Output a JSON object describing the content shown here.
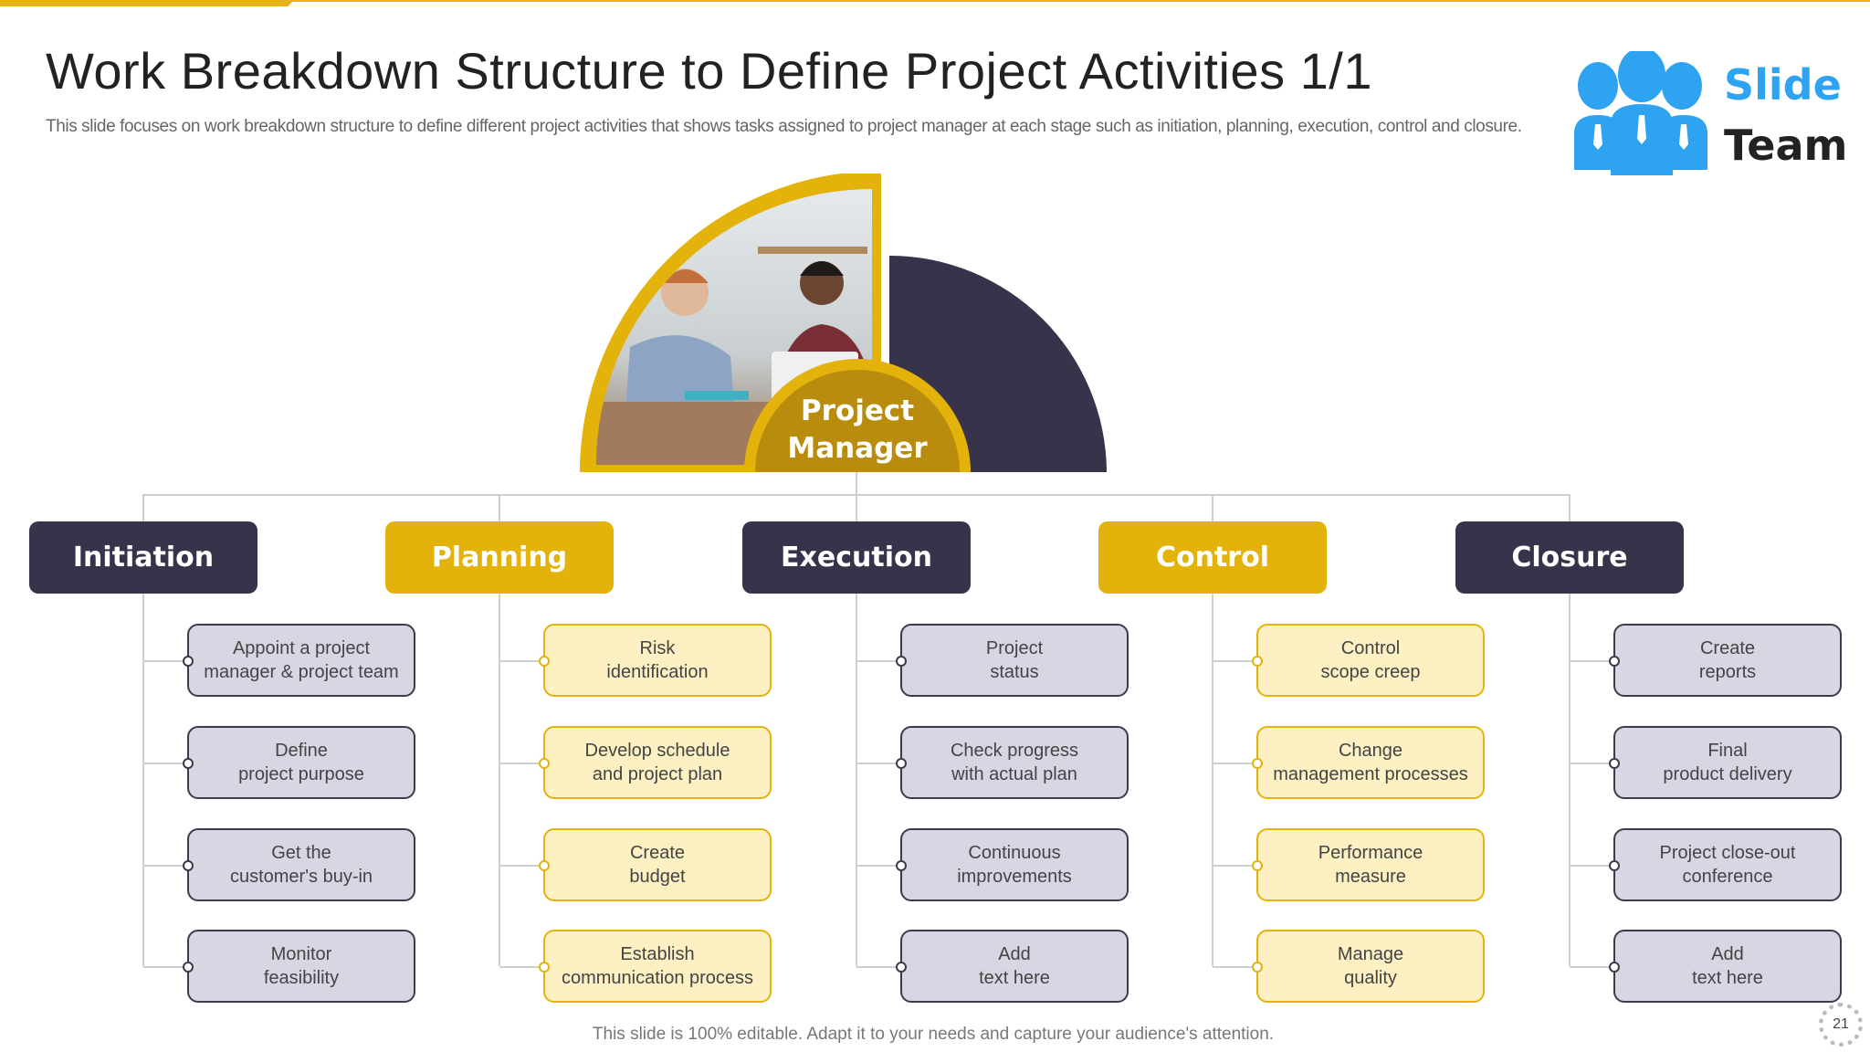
{
  "title": "Work Breakdown Structure to Define Project Activities 1/1",
  "subtitle": "This slide focuses on work breakdown structure to define different project activities that shows tasks assigned to project manager at each stage such as initiation, planning, execution, control and closure.",
  "logo": {
    "line1": "Slide",
    "line2": "Team"
  },
  "center_label": {
    "line1": "Project",
    "line2": "Manager"
  },
  "colors": {
    "dark": "#37334a",
    "yellow": "#e3b30c",
    "gold": "#b98c0e",
    "task_gray": "#d8d6e2",
    "task_yellow": "#fdf0c2",
    "logo_blue": "#2ea3f2"
  },
  "columns": [
    {
      "label": "Initiation",
      "style": "dark",
      "tasks": [
        "Appoint a project\nmanager & project team",
        "Define\nproject purpose",
        "Get the\ncustomer's buy-in",
        "Monitor\nfeasibility"
      ]
    },
    {
      "label": "Planning",
      "style": "yellow",
      "tasks": [
        "Risk\nidentification",
        "Develop schedule\nand project plan",
        "Create\nbudget",
        "Establish\ncommunication process"
      ]
    },
    {
      "label": "Execution",
      "style": "dark",
      "tasks": [
        "Project\nstatus",
        "Check progress\nwith actual plan",
        "Continuous\nimprovements",
        "Add\ntext here"
      ]
    },
    {
      "label": "Control",
      "style": "yellow",
      "tasks": [
        "Control\nscope creep",
        "Change\nmanagement processes",
        "Performance\nmeasure",
        "Manage\nquality"
      ]
    },
    {
      "label": "Closure",
      "style": "dark",
      "tasks": [
        "Create\nreports",
        "Final\nproduct delivery",
        "Project close-out\nconference",
        "Add\ntext here"
      ]
    }
  ],
  "footer": "This slide is 100% editable. Adapt it to your needs and capture your audience's attention.",
  "page_number": "21"
}
